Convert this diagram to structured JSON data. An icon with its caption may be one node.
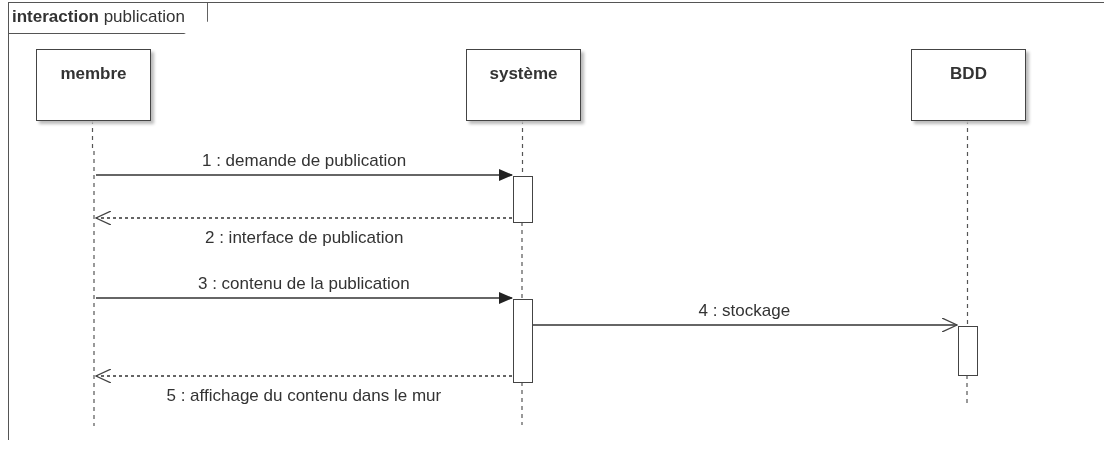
{
  "diagram": {
    "nodes": [
      {
        "text": [
          "**interaction** publication"
        ]
      },
      {
        "text": [
          "membre"
        ],
        "in": 0
      },
      {
        "text": [
          "système"
        ],
        "in": 0
      },
      {
        "text": [
          "BDD"
        ],
        "in": 0
      },
      {
        "text": [],
        "shape": "line",
        "in": 0
      },
      {
        "text": [],
        "shape": "bar",
        "in": 0
      },
      {
        "text": [],
        "shape": "bar",
        "in": 0
      },
      {
        "text": [],
        "shape": "bar",
        "in": 0
      }
    ],
    "edges": [
      {
        "from": 4,
        "to": 5,
        "arrow": "to",
        "label": "1 : demande de publication"
      },
      {
        "from": 5,
        "to": 4,
        "arrow": "to",
        "label": "2 : interface de publication",
        "style": "dashed"
      },
      {
        "from": 4,
        "to": 6,
        "arrow": "to",
        "label": "3 : contenu de la publication"
      },
      {
        "from": 6,
        "to": 7,
        "arrow": "to",
        "label": "4 : stockage"
      },
      {
        "from": 6,
        "to": 4,
        "arrow": "to",
        "label": "5 : affichage du contenu dans le mur",
        "style": "dashed"
      },
      {
        "from": 1,
        "to": 4,
        "arrow": "none",
        "style": "dashed"
      },
      {
        "from": 2,
        "to": 5,
        "arrow": "none",
        "style": "dashed"
      },
      {
        "from": 5,
        "to": 6,
        "arrow": "none",
        "style": "dashed"
      },
      {
        "from": 3,
        "to": 7,
        "arrow": "none",
        "style": "dashed"
      }
    ]
  }
}
